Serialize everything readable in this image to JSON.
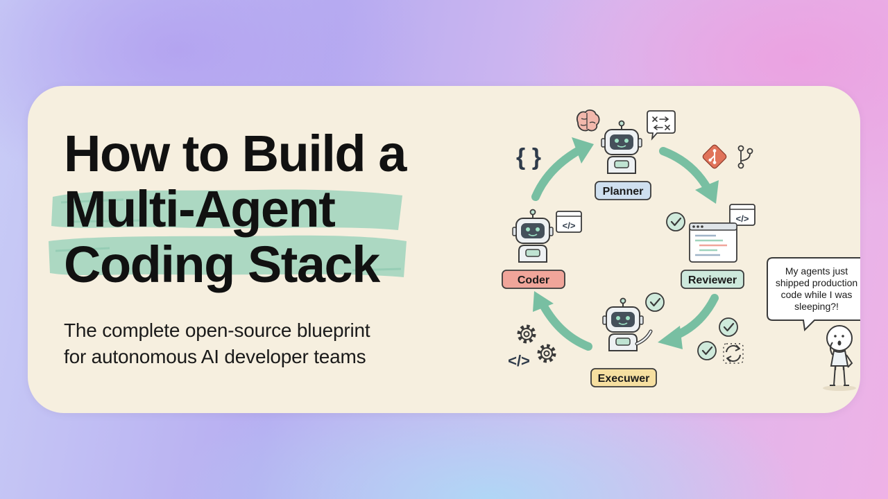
{
  "title": {
    "line1": "How to Build a",
    "line2": "Multi-Agent",
    "line3": "Coding Stack"
  },
  "subtitle": {
    "line1": "The complete open-source blueprint",
    "line2": "for autonomous AI developer teams"
  },
  "agents": {
    "planner": "Planner",
    "reviewer": "Reviewer",
    "executor": "Execuwer",
    "coder": "Coder"
  },
  "glyphs": {
    "braces": "{ }",
    "code": "</>"
  },
  "speech_bubble": {
    "line1": "My agents just",
    "line2": "shipped production",
    "line3": "code while I was",
    "line4": "sleeping?!"
  },
  "colors": {
    "card_background": "#f6efdf",
    "mint_accent": "#9fd3bd",
    "arrow_green": "#78bfa2",
    "planner_label": "#cfe0f0",
    "reviewer_label": "#cde9dc",
    "executor_label": "#f6dfa0",
    "coder_label": "#f0a59a",
    "git_red": "#e0735a"
  },
  "icons": [
    "brain-icon",
    "shuffle-icon",
    "braces-icon",
    "git-icon",
    "branch-icon",
    "code-window-icon",
    "check-icon",
    "editor-window-icon",
    "gear-icon",
    "code-icon",
    "refresh-icon",
    "robot-icon",
    "person-icon"
  ]
}
